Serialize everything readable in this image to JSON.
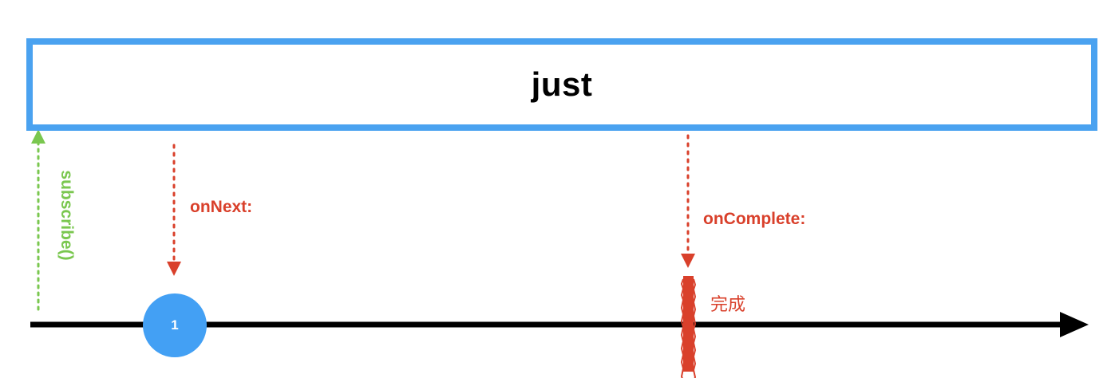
{
  "operator": {
    "name": "just"
  },
  "subscribe": {
    "label": "subscribe()"
  },
  "events": {
    "next": {
      "label": "onNext:",
      "value": "1"
    },
    "complete": {
      "label": "onComplete:",
      "marker_label": "完成"
    }
  },
  "colors": {
    "operator_border": "#4aa2f0",
    "subscribe": "#7ac74f",
    "event": "#d9402b",
    "value_circle": "#43a0f4",
    "timeline": "#000000"
  }
}
